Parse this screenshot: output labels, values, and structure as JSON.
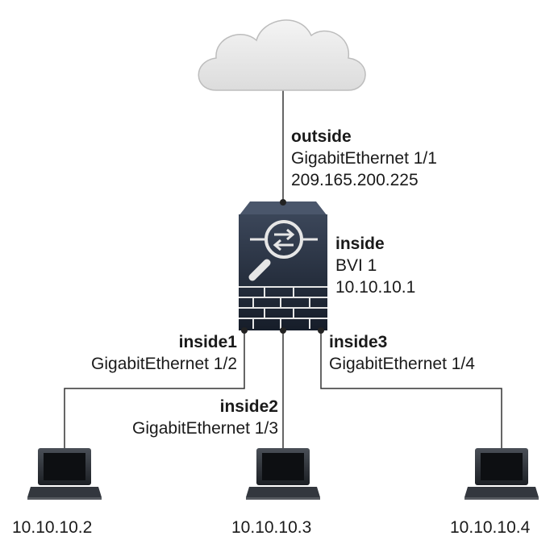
{
  "cloud": {
    "icon": "cloud-icon"
  },
  "firewall": {
    "icon": "firewall-icon"
  },
  "outside": {
    "name": "outside",
    "interface": "GigabitEthernet 1/1",
    "ip": "209.165.200.225"
  },
  "bvi": {
    "name": "inside",
    "interface": "BVI 1",
    "ip": "10.10.10.1"
  },
  "inside1": {
    "name": "inside1",
    "interface": "GigabitEthernet 1/2"
  },
  "inside2": {
    "name": "inside2",
    "interface": "GigabitEthernet 1/3"
  },
  "inside3": {
    "name": "inside3",
    "interface": "GigabitEthernet 1/4"
  },
  "hosts": [
    {
      "icon": "laptop-icon",
      "ip": "10.10.10.2"
    },
    {
      "icon": "laptop-icon",
      "ip": "10.10.10.3"
    },
    {
      "icon": "laptop-icon",
      "ip": "10.10.10.4"
    }
  ],
  "colors": {
    "device_dark": "#1b2330",
    "device_panel": "#2d3748",
    "cloud_fill": "#e9e9e9",
    "line": "#333333"
  }
}
